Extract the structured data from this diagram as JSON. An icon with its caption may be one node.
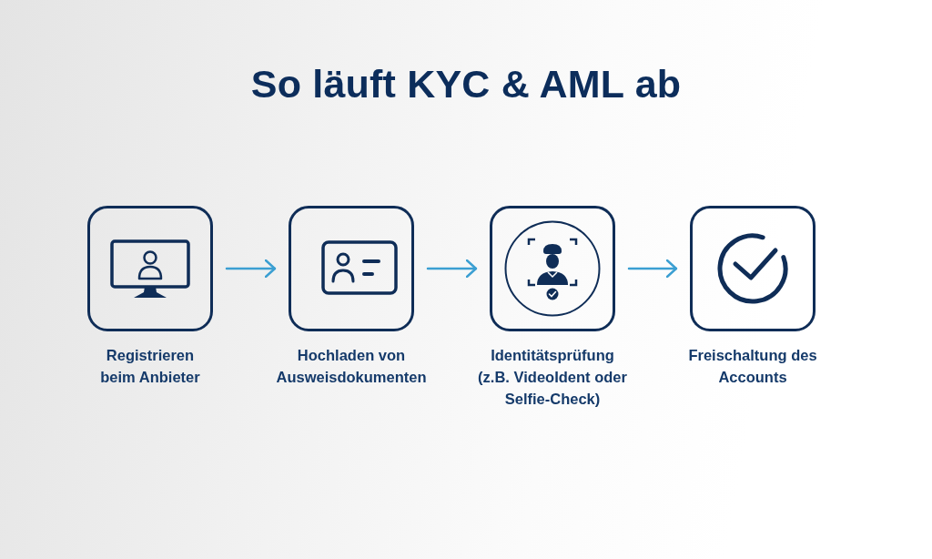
{
  "diagram": {
    "title": "So läuft KYC & AML ab",
    "nodes": [
      {
        "text": [
          "Registrieren beim Anbieter"
        ]
      },
      {
        "text": [
          "Hochladen von Ausweisdokumenten"
        ]
      },
      {
        "text": [
          "Identitätsprüfung (z.B. VideoIdent oder Selfie-Check)"
        ]
      },
      {
        "text": [
          "Freischaltung des Accounts"
        ]
      }
    ],
    "edges": [
      {
        "from": 0,
        "to": 1,
        "arrow": "to"
      },
      {
        "from": 1,
        "to": 2,
        "arrow": "to"
      },
      {
        "from": 2,
        "to": 3,
        "arrow": "to"
      }
    ]
  }
}
